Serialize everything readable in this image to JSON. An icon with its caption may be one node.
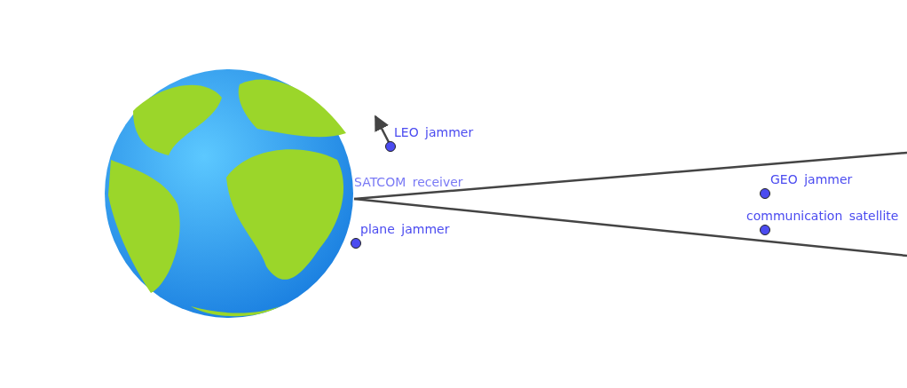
{
  "diagram": {
    "nodes": [
      {
        "text": [],
        "shape": "circle",
        "beside": [
          "LEO jammer"
        ]
      },
      {
        "text": [
          "SATCOM receiver"
        ]
      },
      {
        "text": [],
        "shape": "circle",
        "beside": [
          "plane jammer"
        ]
      },
      {
        "text": [],
        "shape": "circle",
        "beside": [
          "GEO jammer"
        ]
      },
      {
        "text": [],
        "shape": "circle",
        "beside": [
          "communication satellite"
        ]
      }
    ],
    "edges": [
      {
        "from": 1,
        "to": null,
        "arrow": "none"
      },
      {
        "from": 1,
        "to": null,
        "arrow": "none"
      }
    ]
  }
}
